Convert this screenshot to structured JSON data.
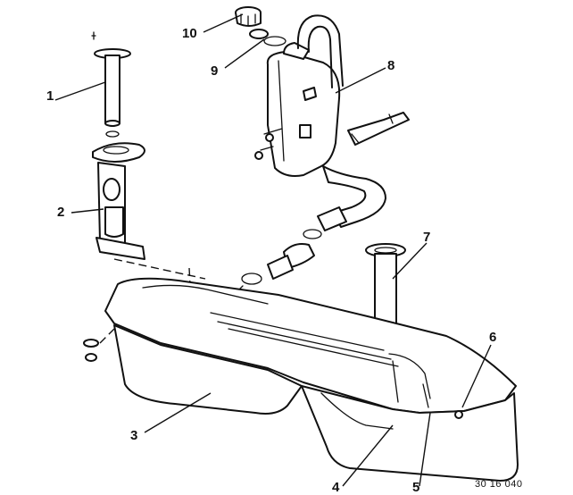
{
  "callouts": [
    {
      "id": "1",
      "text": "1"
    },
    {
      "id": "2",
      "text": "2"
    },
    {
      "id": "3",
      "text": "3"
    },
    {
      "id": "4",
      "text": "4"
    },
    {
      "id": "5",
      "text": "5"
    },
    {
      "id": "6",
      "text": "6"
    },
    {
      "id": "7",
      "text": "7"
    },
    {
      "id": "8",
      "text": "8"
    },
    {
      "id": "9",
      "text": "9"
    },
    {
      "id": "10",
      "text": "10"
    }
  ],
  "reference_code": "30 16 040"
}
